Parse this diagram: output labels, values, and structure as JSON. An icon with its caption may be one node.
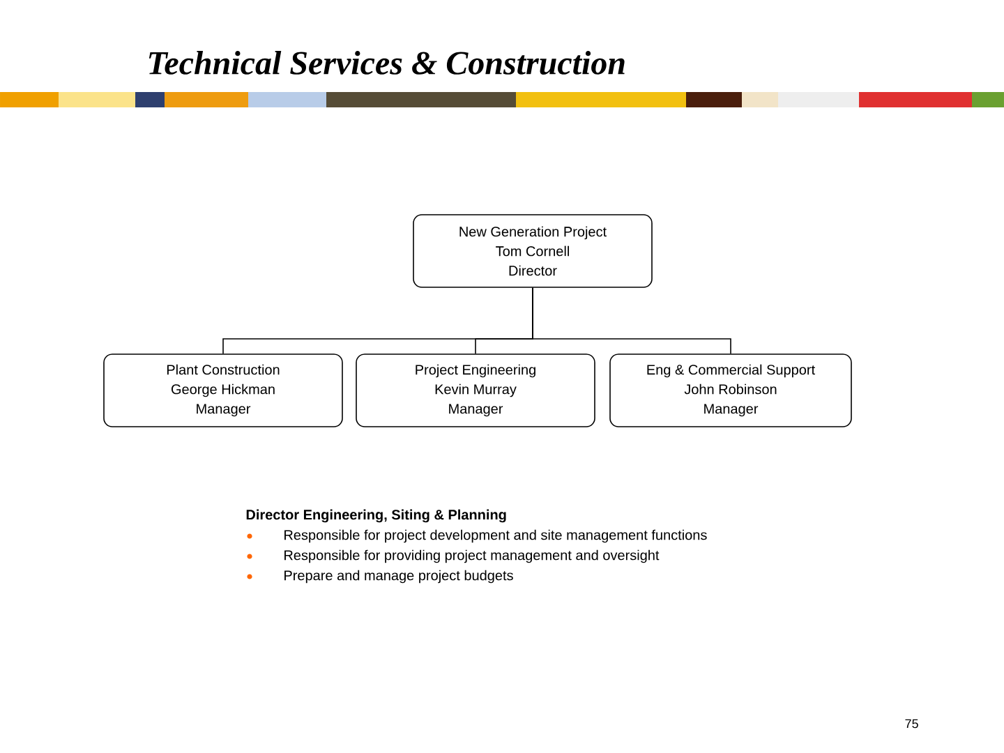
{
  "diagram": {
    "title": "Technical Services & Construction",
    "nodes": [
      {
        "text": [
          "New Generation Project",
          "Tom Cornell",
          "Director"
        ]
      },
      {
        "text": [
          "Plant Construction",
          "George Hickman",
          "Manager"
        ]
      },
      {
        "text": [
          "Project Engineering",
          "Kevin Murray",
          "Manager"
        ]
      },
      {
        "text": [
          "Eng & Commercial Support",
          "John Robinson",
          "Manager"
        ]
      }
    ],
    "edges": [
      {
        "from": 0,
        "to": 1,
        "arrow": "none"
      },
      {
        "from": 0,
        "to": 2,
        "arrow": "none"
      },
      {
        "from": 0,
        "to": 3,
        "arrow": "none"
      }
    ],
    "labels": [
      "Director Engineering, Siting & Planning",
      "Responsible for project development and site management functions",
      "Responsible for providing project management and oversight",
      "Prepare and manage project budgets",
      "75"
    ]
  }
}
